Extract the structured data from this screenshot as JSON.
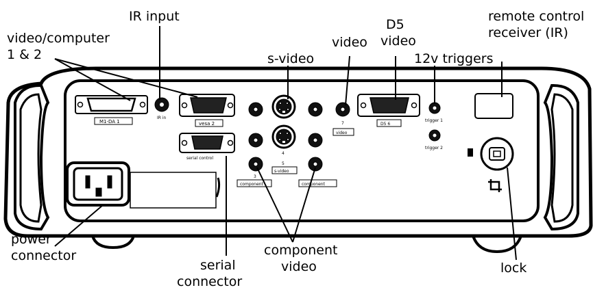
{
  "callouts": {
    "ir_input": "IR input",
    "video_computer_line1": "video/computer",
    "video_computer_line2": "1 & 2",
    "s_video": "s-video",
    "video": "video",
    "d5_line1": "D5",
    "d5_line2": "video",
    "triggers": "12v triggers",
    "remote_line1": "remote control",
    "remote_line2": "receiver (IR)",
    "power_line1": "power",
    "power_line2": "connector",
    "serial_line1": "serial",
    "serial_line2": "connector",
    "component_line1": "component",
    "component_line2": "video",
    "lock": "lock"
  },
  "panel_labels": {
    "mdva1": "M1-DA 1",
    "ir_small": "IR in",
    "vesa2": "vesa 2",
    "serial_control": "serial control",
    "s_video_num": "4",
    "video_num": "7",
    "video_small": "video",
    "d5_small": "D5 6",
    "num3": "3",
    "component_small_left": "component",
    "num5": "5",
    "s_video_small": "s-video",
    "component_small_right": "component",
    "trigger1": "trigger 1",
    "trigger2": "trigger 2"
  }
}
